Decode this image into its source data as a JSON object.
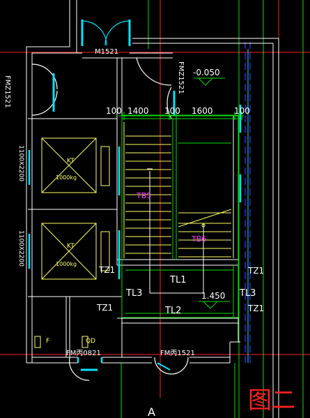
{
  "drawing": {
    "doors": {
      "top_door": "M1521",
      "left_door": "FMZ1521",
      "right_door": "FMZ1521",
      "bottom_left_door": "FM丙0821",
      "bottom_right_door": "FM丙1521"
    },
    "elevation_top": "-0.050",
    "elevation_landing": "1.450",
    "dimensions": [
      "100",
      "1400",
      "100",
      "1600",
      "100"
    ],
    "elevator_sizes": [
      "1100X2200",
      "1100X2200"
    ],
    "elevator_car_label": "KT",
    "elevator_capacity": "1000kg",
    "stair_labels": [
      "TB5",
      "TB6"
    ],
    "beams": {
      "tl1": "TL1",
      "tl2": "TL2",
      "tl3_left": "TL3",
      "tl3_right": "TL3",
      "tz1_a": "TZ1",
      "tz1_b": "TZ1",
      "tz1_c": "TZ1",
      "tz1_d": "TZ1"
    },
    "room_f": "F",
    "room_qd": "QD",
    "axis_label": "A",
    "figure_label": "图二"
  },
  "colors": {
    "background": "#000000",
    "wall": "#ffffff",
    "cyan": "#00e5ff",
    "green": "#00e000",
    "yellow": "#ffff66",
    "blue": "#3a3aff",
    "red": "#ff2020",
    "magenta": "#ff40ff"
  }
}
